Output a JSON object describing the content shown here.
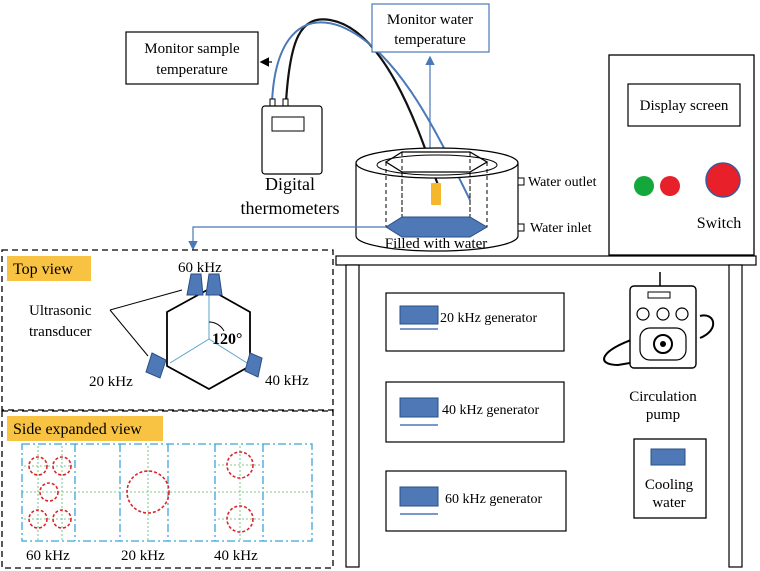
{
  "labels": {
    "monitor_sample": [
      "Monitor sample",
      "temperature"
    ],
    "monitor_water": [
      "Monitor water",
      "temperature"
    ],
    "digital_thermometers": [
      "Digital",
      "thermometers"
    ],
    "water_outlet": "Water outlet",
    "water_inlet": "Water inlet",
    "filled_with_water": "Filled with water",
    "display_screen": "Display screen",
    "switch": "Switch",
    "top_view": "Top view",
    "side_expanded_view": "Side expanded view",
    "ultrasonic_transducer": [
      "Ultrasonic",
      "transducer"
    ],
    "angle": "120°",
    "freq_60": "60 kHz",
    "freq_20": "20 kHz",
    "freq_40": "40 kHz",
    "generator_20": "20 kHz generator",
    "generator_40": "40 kHz generator",
    "generator_60": "60 kHz generator",
    "circulation_pump": [
      "Circulation",
      "pump"
    ],
    "cooling_water": [
      "Cooling",
      "water"
    ],
    "side_60": "60 kHz",
    "side_20": "20 kHz",
    "side_40": "40 kHz"
  },
  "colors": {
    "accent_blue": "#4a78b8",
    "transducer_blue": "#4e79b6",
    "label_orange": "#f8c243",
    "sample_orange": "#f5b72b",
    "led_green": "#14a83c",
    "led_red": "#e8202a",
    "dash_red": "#d9262a",
    "dash_cyan": "#3ba6d8"
  }
}
